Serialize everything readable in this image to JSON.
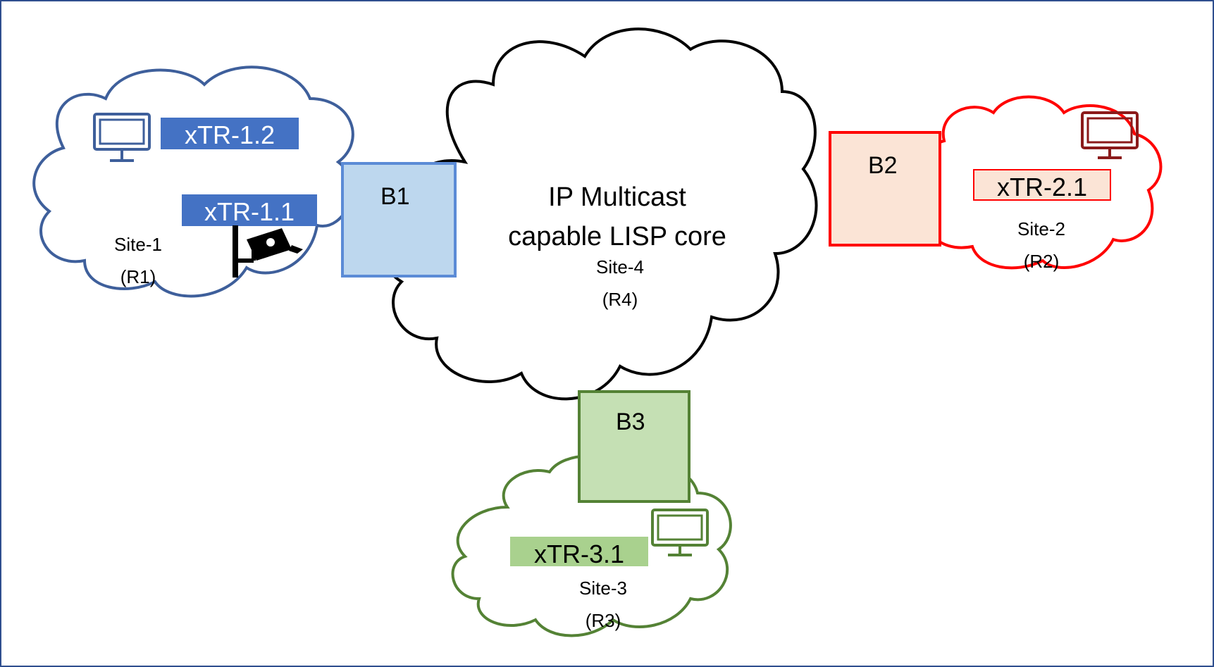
{
  "core": {
    "title_line1": "IP Multicast",
    "title_line2": "capable LISP core",
    "site_name": "Site-4",
    "site_region": "(R4)"
  },
  "border_routers": {
    "b1": "B1",
    "b2": "B2",
    "b3": "B3"
  },
  "sites": {
    "site1": {
      "name": "Site-1",
      "region": "(R1)",
      "xtr_a": "xTR-1.2",
      "xtr_b": "xTR-1.1"
    },
    "site2": {
      "name": "Site-2",
      "region": "(R2)",
      "xtr_a": "xTR-2.1"
    },
    "site3": {
      "name": "Site-3",
      "region": "(R3)",
      "xtr_a": "xTR-3.1"
    }
  },
  "icons": {
    "monitor": "monitor-icon",
    "camera": "security-camera-icon"
  },
  "colors": {
    "site1": "#3e5f9b",
    "site1_fill": "#4472c4",
    "b1_fill": "#bdd7ee",
    "b1_stroke": "#5b8bd6",
    "site2": "#ff0000",
    "site2_icon": "#8b1a1a",
    "b2_fill": "#fbe4d6",
    "site3": "#548235",
    "b3_fill": "#c5e0b4",
    "xtr31_fill": "#a9d18e",
    "core": "#000000",
    "frame": "#2f4f8f"
  }
}
